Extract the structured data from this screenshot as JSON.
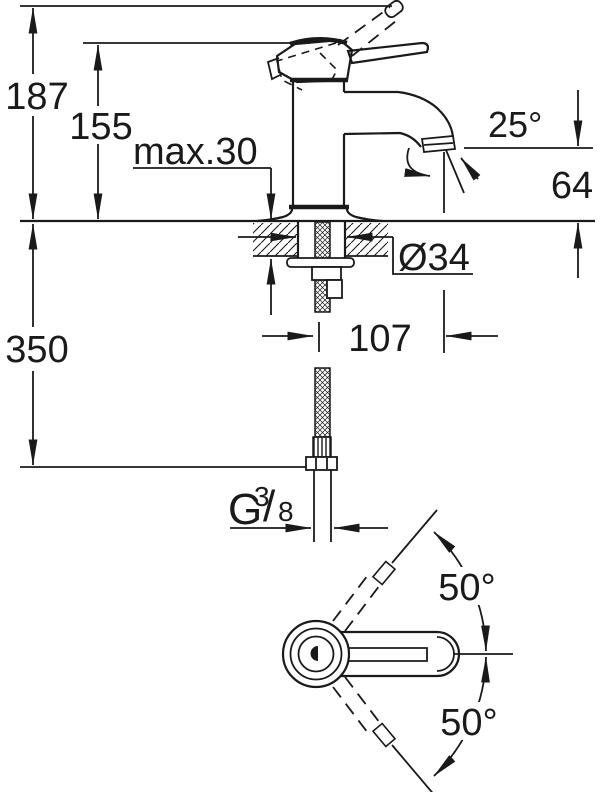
{
  "drawing": {
    "title": "faucet-installation-dimension-drawing",
    "line_color": "#1a1a1a",
    "background": "#ffffff",
    "dimensions": {
      "overall_height": "187",
      "body_height": "155",
      "deck_thickness": "max.30",
      "spout_angle": "25°",
      "outlet_height": "64",
      "hole_diameter": "Ø34",
      "spout_projection": "107",
      "hose_length": "350",
      "thread_letter": "G",
      "thread_numerator": "3",
      "thread_slash": "/",
      "thread_denominator": "8",
      "swivel_angle_upper": "50°",
      "swivel_angle_lower": "50°"
    }
  }
}
